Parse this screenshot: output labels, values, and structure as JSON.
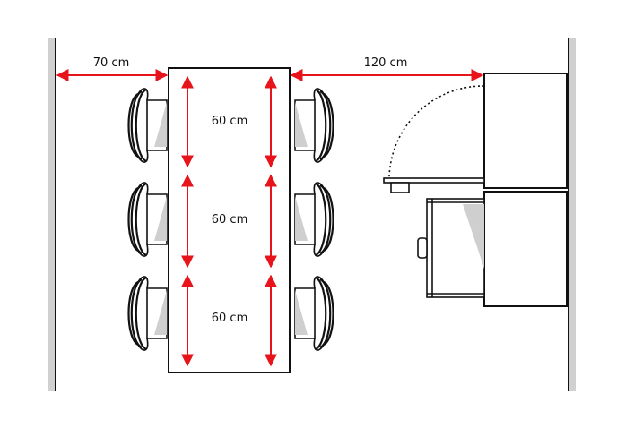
{
  "labels": {
    "left_clearance": "70 cm",
    "right_clearance": "120 cm",
    "seat_spacing": [
      "60 cm",
      "60 cm",
      "60 cm"
    ]
  },
  "colors": {
    "dimension": "#e8141b",
    "wall": "#d0d0d0",
    "outline": "#111111",
    "shadow": "#cfcfcf"
  },
  "icons": {
    "chairs": "chair-icon",
    "cabinet": "cabinet-icon",
    "dishwasher": "dishwasher-icon"
  }
}
